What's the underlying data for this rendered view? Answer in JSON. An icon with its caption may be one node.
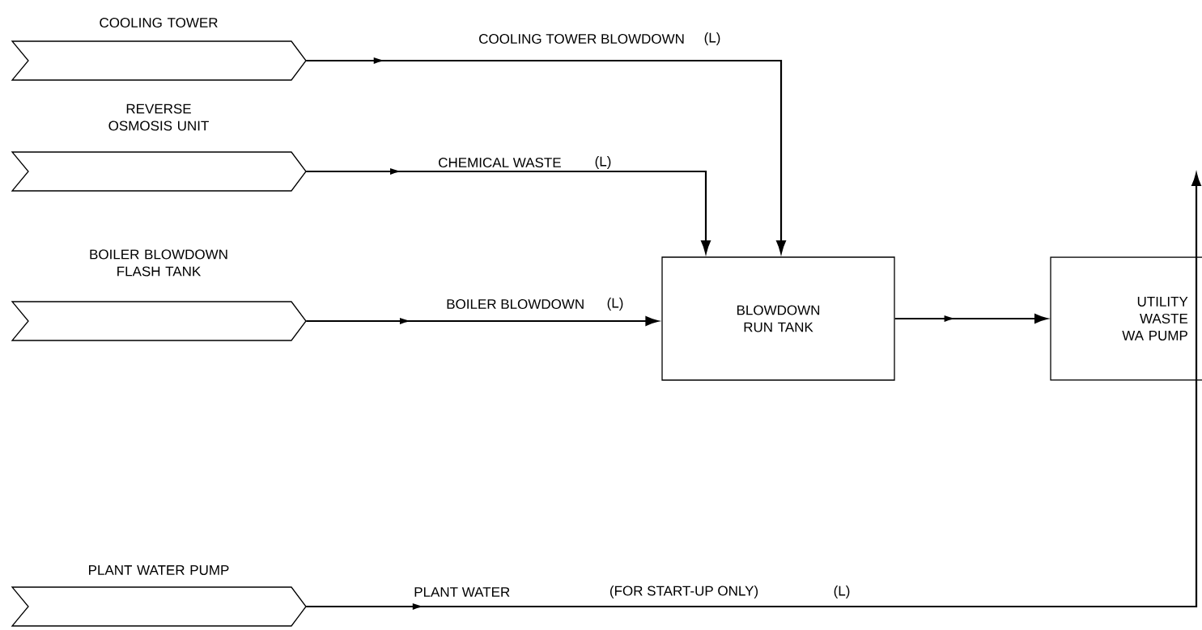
{
  "diagram": {
    "nodes": [
      {
        "text": [
          "COOLING TOWER"
        ]
      },
      {
        "text": [
          "REVERSE OSMOSIS UNIT"
        ]
      },
      {
        "text": [
          "BOILER BLOWDOWN FLASH TANK"
        ]
      },
      {
        "text": [
          "PLANT WATER PUMP"
        ]
      },
      {
        "text": [
          "BLOWDOWN RUN TANK"
        ]
      },
      {
        "text": [
          "UTILITY WASTE WA PUMP"
        ]
      }
    ],
    "edges": [
      {
        "from": 0,
        "to": 4,
        "arrow": "to",
        "label": "COOLING TOWER BLOWDOWN"
      },
      {
        "from": 1,
        "to": 4,
        "arrow": "to",
        "label": "CHEMICAL WASTE"
      },
      {
        "from": 2,
        "to": 4,
        "arrow": "to",
        "label": "BOILER BLOWDOWN"
      },
      {
        "from": 4,
        "to": 5,
        "arrow": "to"
      },
      {
        "from": 3,
        "to": null,
        "arrow": "to",
        "label": "PLANT WATER"
      }
    ],
    "labels": [
      "(L)",
      "(L)",
      "(L)",
      "(FOR START-UP ONLY)",
      "(L)"
    ]
  }
}
